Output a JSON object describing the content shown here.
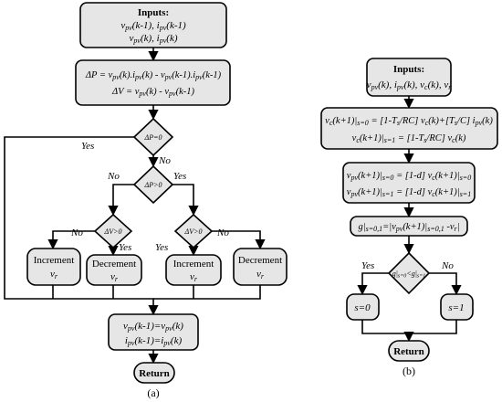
{
  "figure_a": {
    "inputs_title": "Inputs:",
    "inputs_line1": "v_pv(k-1), i_pv(k-1)",
    "inputs_line2": "v_pv(k), i_pv(k)",
    "delta_p": "ΔP = v_pv(k).i_pv(k) - v_pv(k-1).i_pv(k-1)",
    "delta_v": "ΔV = v_pv(k) - v_pv(k-1)",
    "dec_dp_zero": "ΔP=0",
    "dec_dp_pos": "ΔP>0",
    "dec_dv_left": "ΔV>0",
    "dec_dv_right": "ΔV>0",
    "yes": "Yes",
    "no": "No",
    "increment": "Increment",
    "decrement": "Decrement",
    "v_r": "v_r",
    "update_line1": "v_pv(k-1)=v_pv(k)",
    "update_line2": "i_pv(k-1)=i_pv(k)",
    "return": "Return",
    "caption": "(a)"
  },
  "figure_b": {
    "inputs_title": "Inputs:",
    "inputs_line": "v_pv(k), i_pv(k), v_c(k), v_r",
    "vc_s0": "v_c(k+1)|s=0 = [1-T_s/RC] v_c(k)+[T_s/C] i_pv(k)",
    "vc_s1": "v_c(k+1)|s=1 = [1-T_s/RC] v_c(k)",
    "vpv_s0": "v_pv(k+1)|s=0 = [1-d] v_c(k+1)|s=0",
    "vpv_s1": "v_pv(k+1)|s=1 = [1-d] v_c(k+1)|s=1",
    "cost": "g|s=0,1 = |v_pv(k+1)|s=0,1 - v_r|",
    "decision": "g|s=0 < g|s=1",
    "yes": "Yes",
    "no": "No",
    "s0": "s=0",
    "s1": "s=1",
    "return": "Return",
    "caption": "(b)"
  }
}
